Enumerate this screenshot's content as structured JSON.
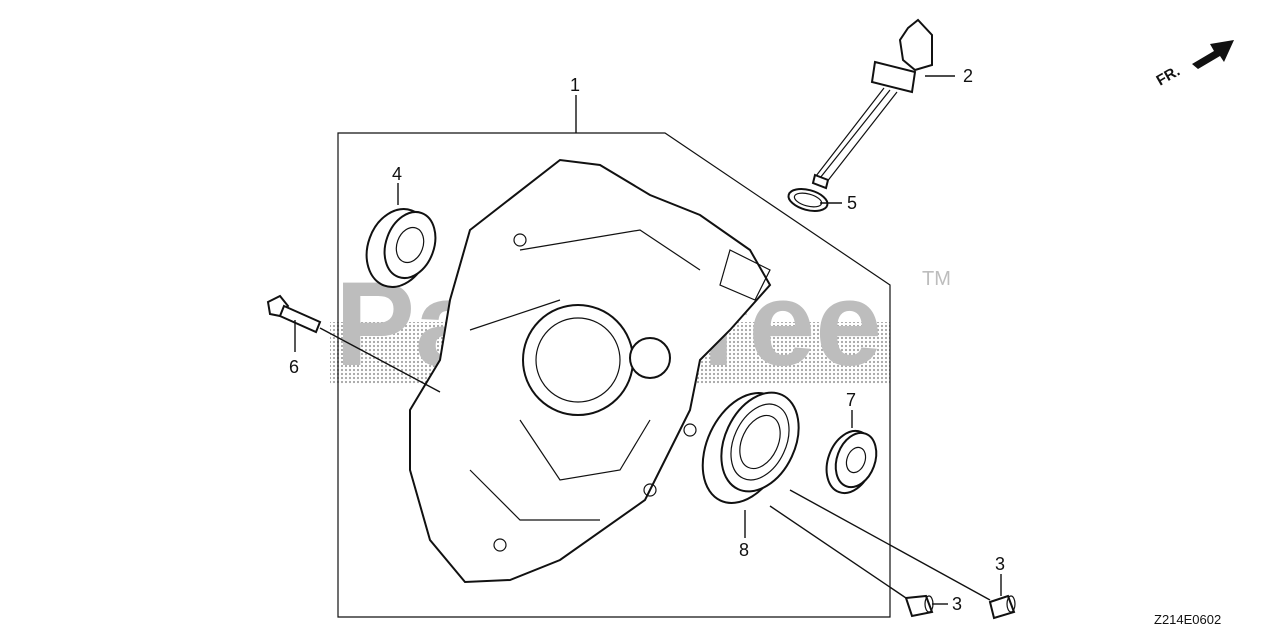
{
  "diagram": {
    "watermark": "PartsTree",
    "trademark": "TM",
    "direction_label": "FR.",
    "figure_code": "Z214E0602"
  },
  "callouts": [
    "1",
    "2",
    "3",
    "3",
    "4",
    "5",
    "6",
    "7",
    "8"
  ]
}
